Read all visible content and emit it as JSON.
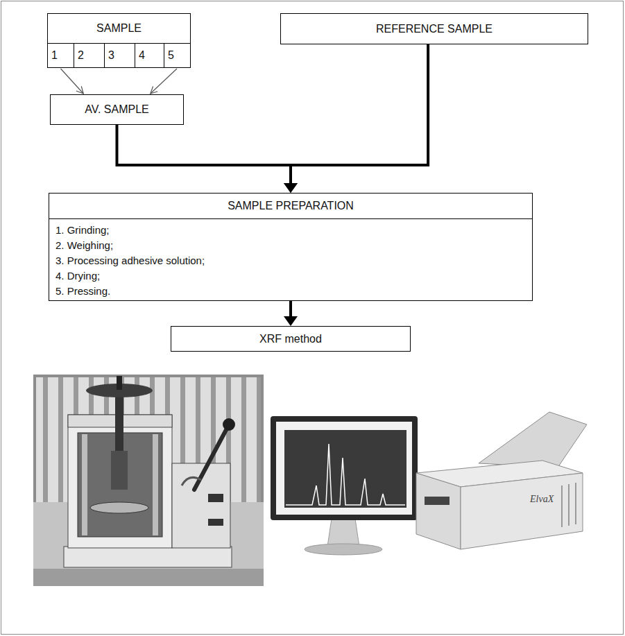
{
  "diagram": {
    "nodes": [
      {
        "text": [
          "SAMPLE"
        ]
      },
      {
        "text": [
          "1"
        ],
        "in": 0
      },
      {
        "text": [
          "2"
        ],
        "in": 0
      },
      {
        "text": [
          "3"
        ],
        "in": 0
      },
      {
        "text": [
          "4"
        ],
        "in": 0
      },
      {
        "text": [
          "5"
        ],
        "in": 0
      },
      {
        "text": [
          "REFERENCE SAMPLE"
        ]
      },
      {
        "text": [
          "AV. SAMPLE"
        ]
      },
      {
        "text": [
          "SAMPLE PREPARATION",
          "1. Grinding;",
          "2. Weighing;",
          "3. Processing adhesive solution;",
          "4. Drying;",
          "5. Pressing."
        ]
      },
      {
        "text": [
          "XRF method"
        ]
      }
    ],
    "edges": [
      {
        "from": 1,
        "to": 7,
        "arrow": "to"
      },
      {
        "from": 5,
        "to": 7,
        "arrow": "to"
      },
      {
        "from": 7,
        "to": 8,
        "arrow": "to"
      },
      {
        "from": 6,
        "to": 8,
        "arrow": "to"
      },
      {
        "from": 8,
        "to": 9,
        "arrow": "to"
      }
    ],
    "labels": [
      "ElvaX"
    ]
  }
}
